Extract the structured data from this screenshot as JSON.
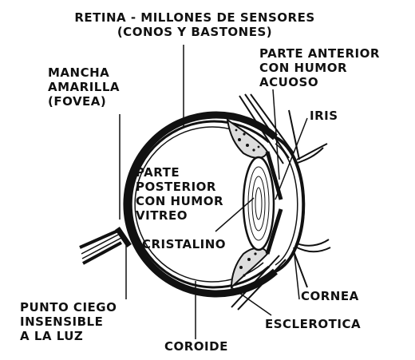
{
  "labels": {
    "retina": [
      "RETINA - MILLONES DE SENSORES",
      "(CONOS Y BASTONES)"
    ],
    "parte_anterior": [
      "PARTE ANTERIOR",
      "CON HUMOR",
      "ACUOSO"
    ],
    "mancha": [
      "MANCHA",
      "AMARILLA",
      "(FOVEA)"
    ],
    "iris": "IRIS",
    "parte_posterior": [
      "PARTE",
      "POSTERIOR",
      "CON HUMOR",
      "VITREO"
    ],
    "cristalino": "CRISTALINO",
    "punto_ciego": [
      "PUNTO CIEGO",
      "INSENSIBLE",
      "A LA LUZ"
    ],
    "cornea": "CORNEA",
    "esclerotica": "ESCLEROTICA",
    "coroide": "COROIDE"
  },
  "colors": {
    "ink": "#111111",
    "paper": "#ffffff"
  }
}
